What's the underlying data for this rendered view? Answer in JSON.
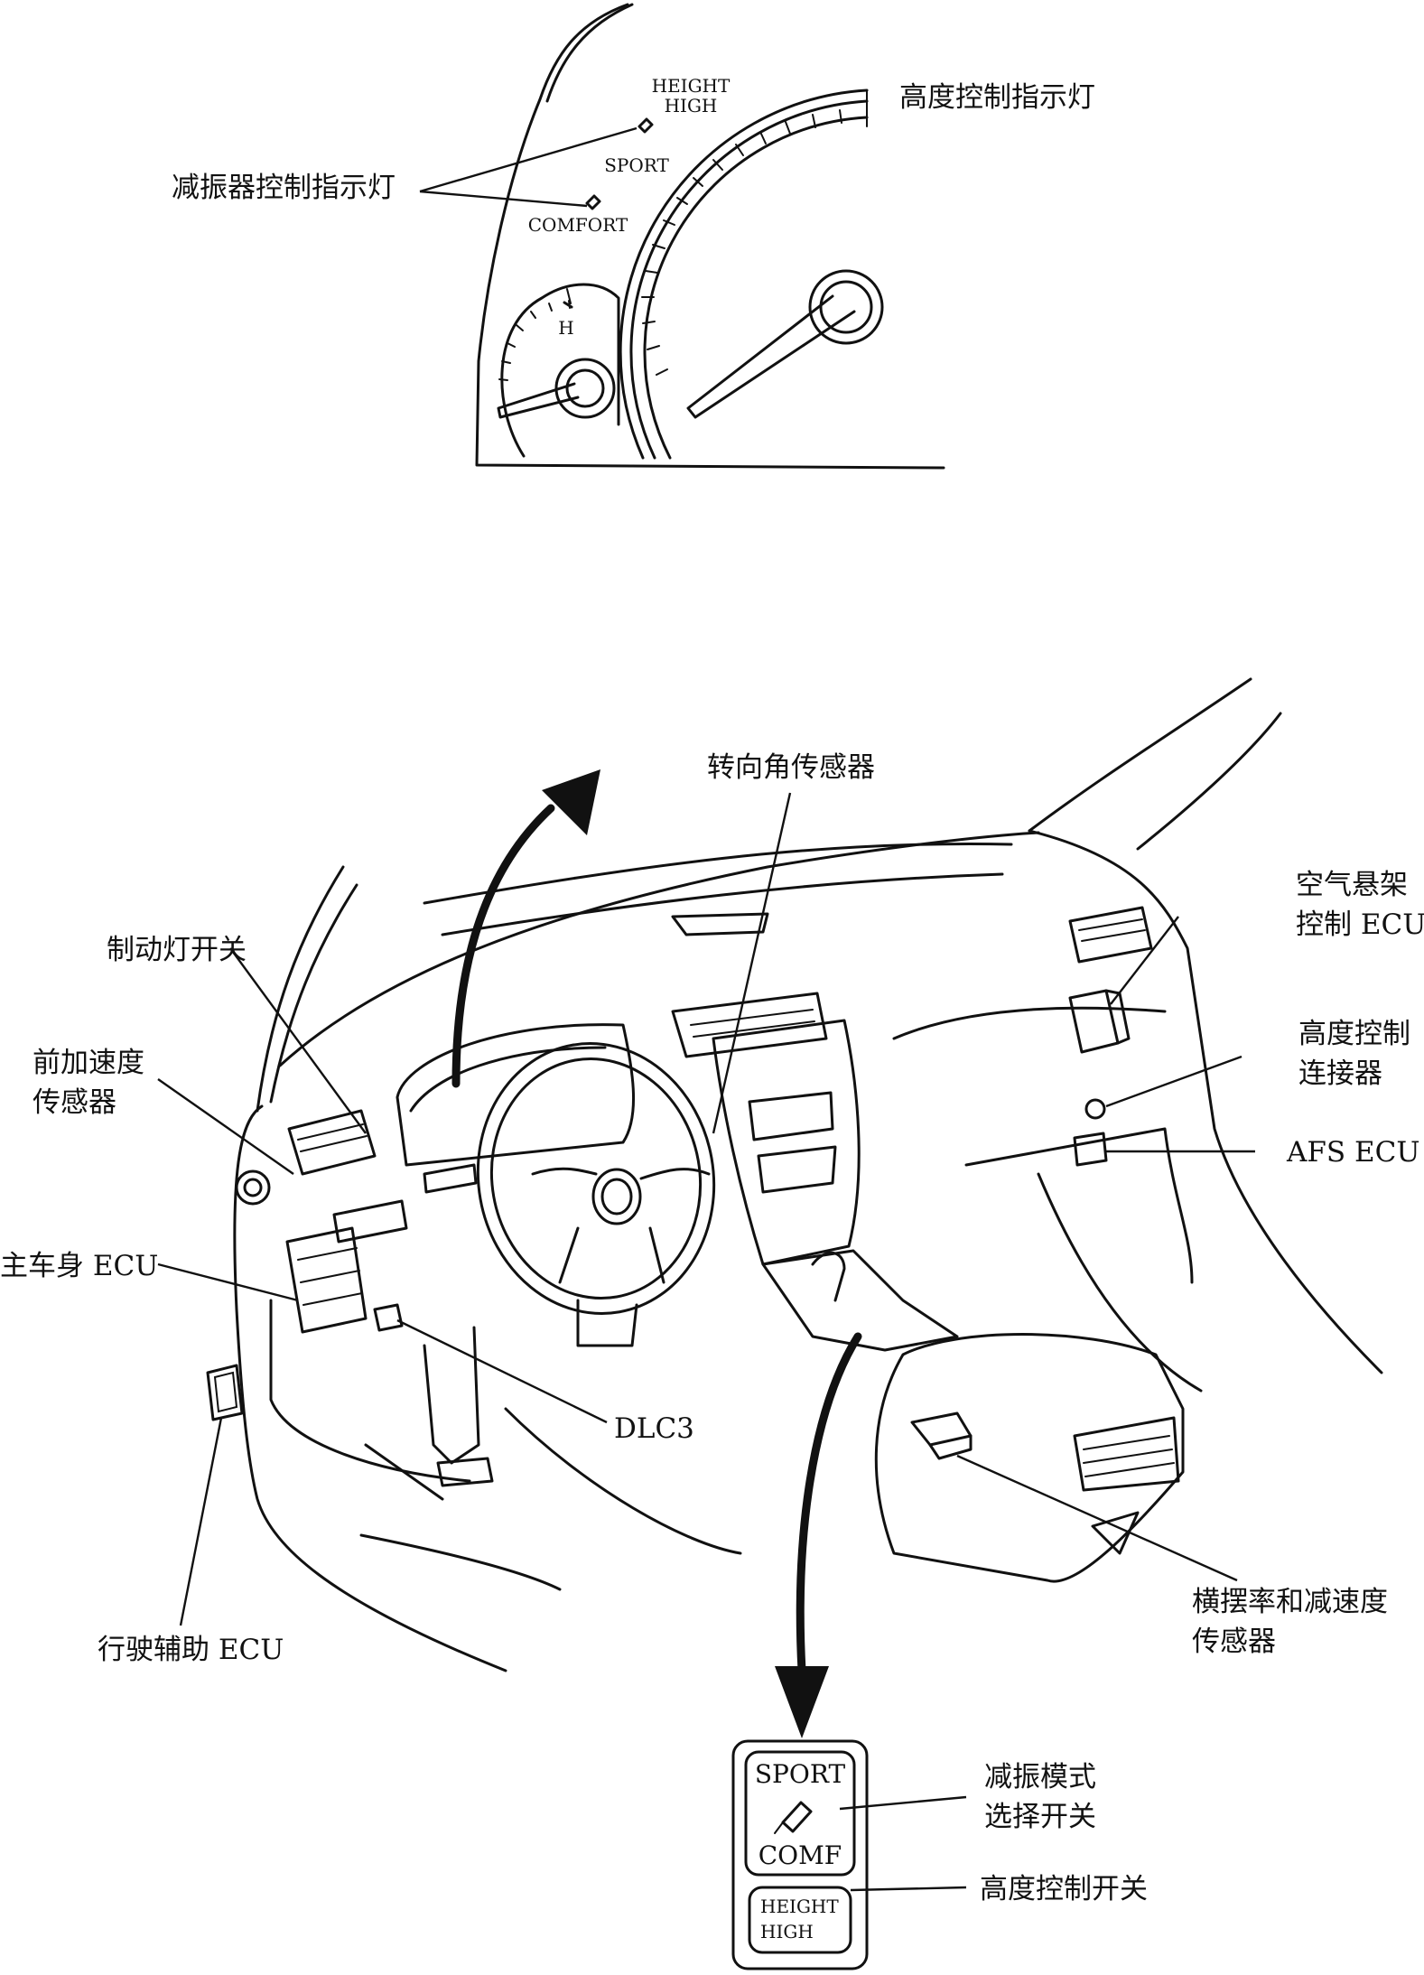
{
  "gauge": {
    "mark_height_high": [
      "HEIGHT",
      "HIGH"
    ],
    "mark_sport": "SPORT",
    "mark_comfort": "COMFORT",
    "mark_h": "H"
  },
  "labels": {
    "height_indicator": "高度控制指示灯",
    "shock_indicator": "减振器控制指示灯",
    "steering_angle_sensor": "转向角传感器",
    "air_suspension_ecu": [
      "空气悬架",
      "控制 ECU"
    ],
    "brake_light_switch": "制动灯开关",
    "height_control_connector": [
      "高度控制",
      "连接器"
    ],
    "front_accel_sensor": [
      "前加速度",
      "传感器"
    ],
    "afs_ecu": "AFS ECU",
    "main_body_ecu": "主车身 ECU",
    "dlc3": "DLC3",
    "driving_support_ecu": "行驶辅助 ECU",
    "yaw_rate_sensor": [
      "横摆率和减速度",
      "传感器"
    ],
    "damping_mode_switch": [
      "减振模式",
      "选择开关"
    ],
    "height_control_switch": "高度控制开关"
  },
  "switch_panel": {
    "sport": "SPORT",
    "comf": "COMF",
    "height": "HEIGHT",
    "high": "HIGH"
  }
}
